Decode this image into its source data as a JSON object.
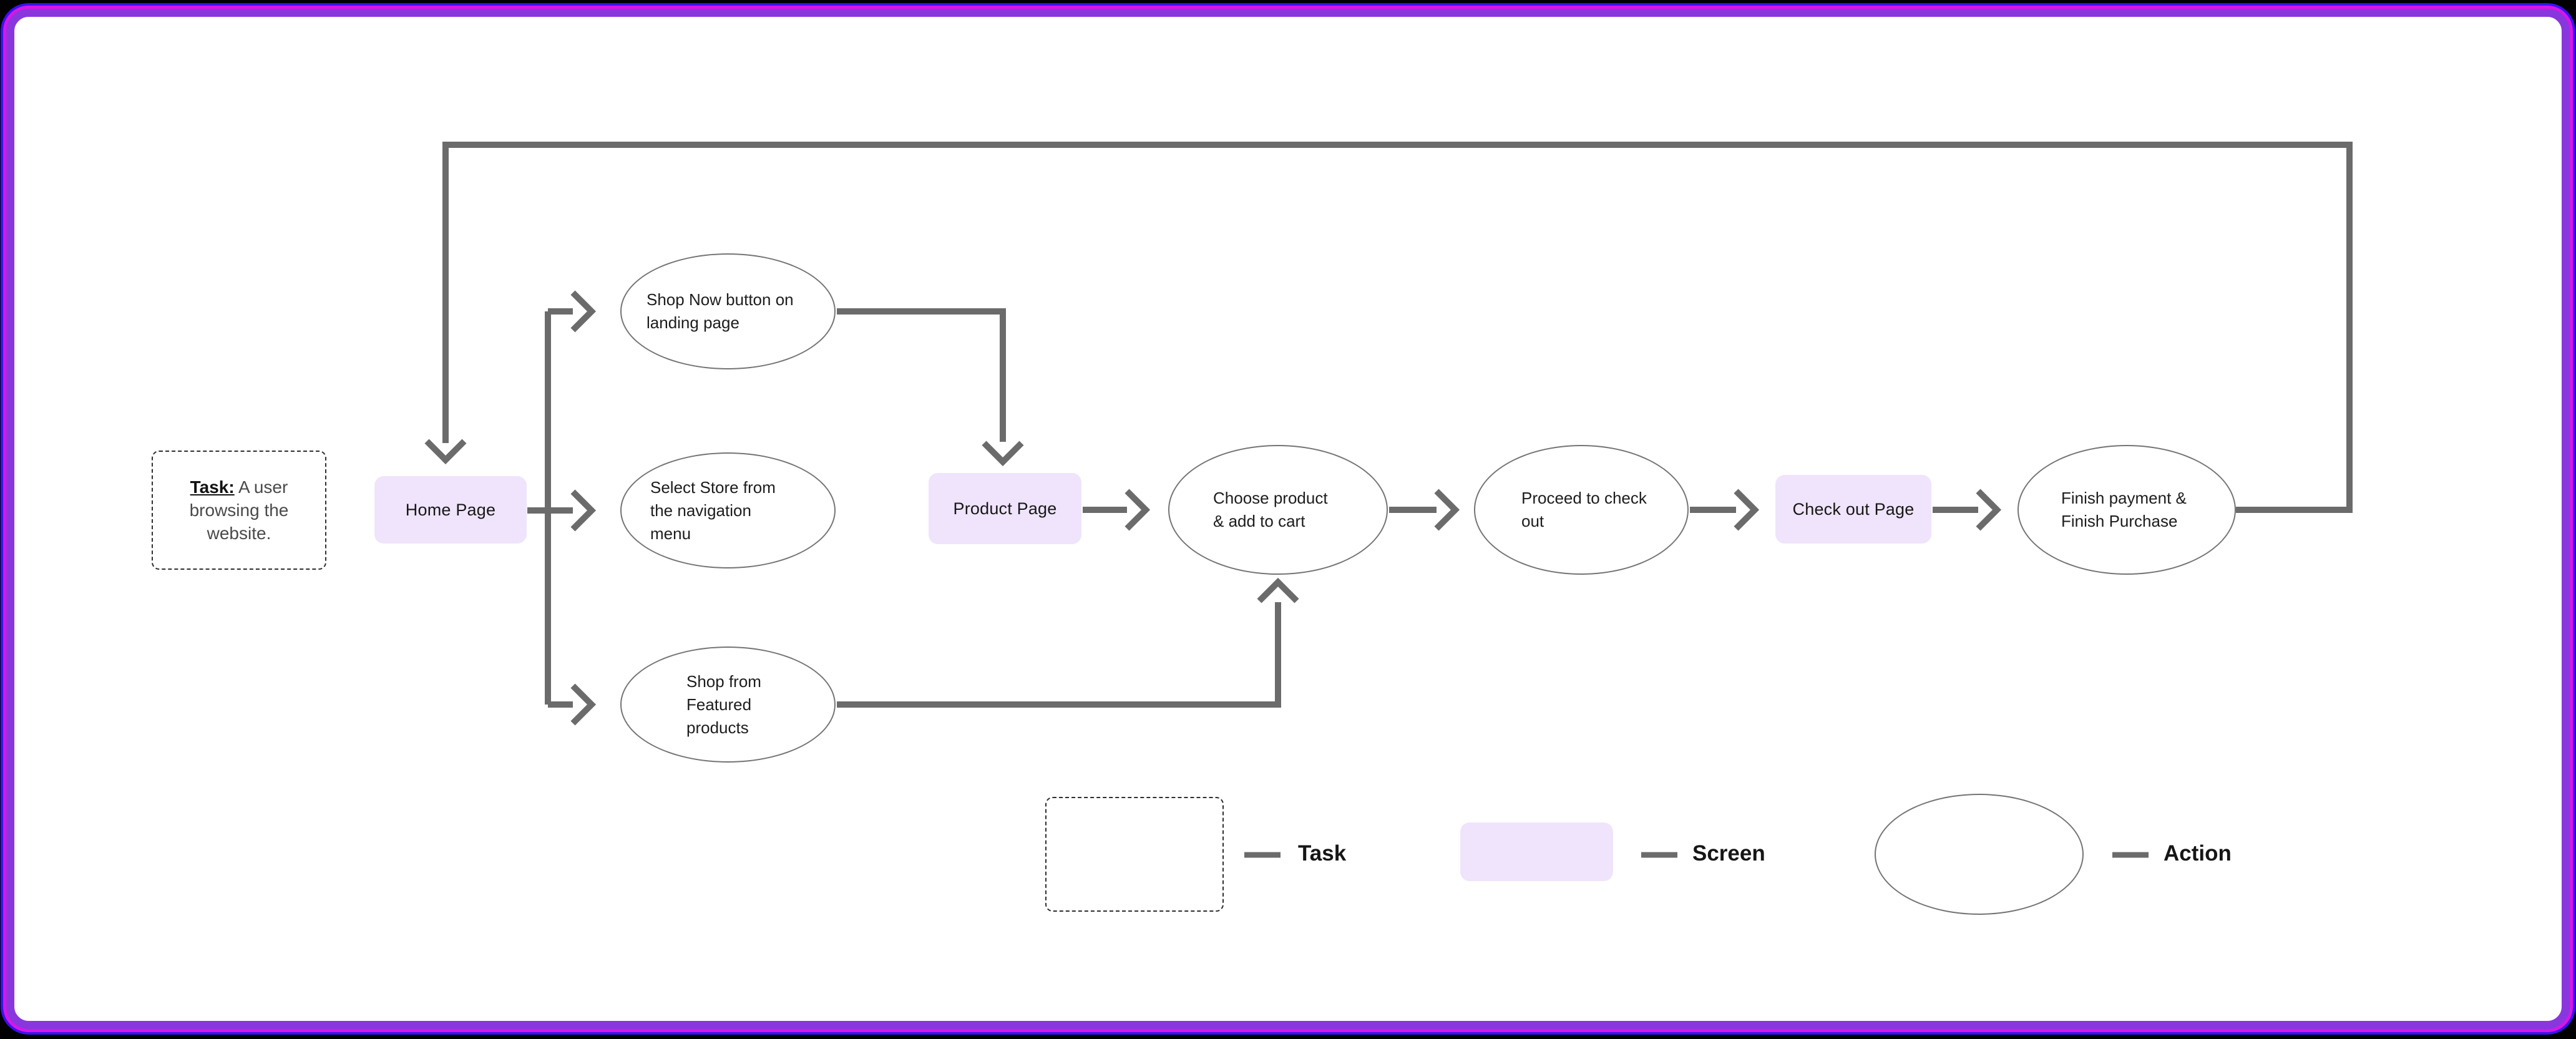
{
  "colors": {
    "background": "#000000",
    "canvas": "#FFFFFF",
    "frame_border_purple": "#8936DE",
    "frame_ring_magenta": "#D816E6",
    "frame_ring_blue": "#3912F1",
    "screen_fill": "#EFE4FB",
    "connector_gray": "#6B6B6B",
    "action_stroke_gray": "#747474",
    "node_text": "#171717",
    "task_note_text": "#4A4A4A"
  },
  "task_note": {
    "title": "Task:",
    "line1_rest": " A user",
    "line2": "browsing the",
    "line3": "website."
  },
  "flow": {
    "home_page": {
      "type": "screen",
      "label": "Home Page"
    },
    "shop_now": {
      "type": "action",
      "lines": [
        "Shop Now button on",
        "landing page"
      ]
    },
    "select_store": {
      "type": "action",
      "lines": [
        "Select Store from",
        "the navigation",
        "menu"
      ]
    },
    "shop_featured": {
      "type": "action",
      "lines": [
        "Shop from",
        "Featured",
        "products"
      ]
    },
    "product_page": {
      "type": "screen",
      "label": "Product Page"
    },
    "choose_product": {
      "type": "action",
      "lines": [
        "Choose product",
        "& add to cart"
      ]
    },
    "proceed_checkout": {
      "type": "action",
      "lines": [
        "Proceed to check",
        "out"
      ]
    },
    "checkout_page": {
      "type": "screen",
      "label": "Check out Page"
    },
    "finish_purchase": {
      "type": "action",
      "lines": [
        "Finish payment &",
        "Finish Purchase"
      ]
    }
  },
  "legend": {
    "task": "Task",
    "screen": "Screen",
    "action": "Action"
  }
}
